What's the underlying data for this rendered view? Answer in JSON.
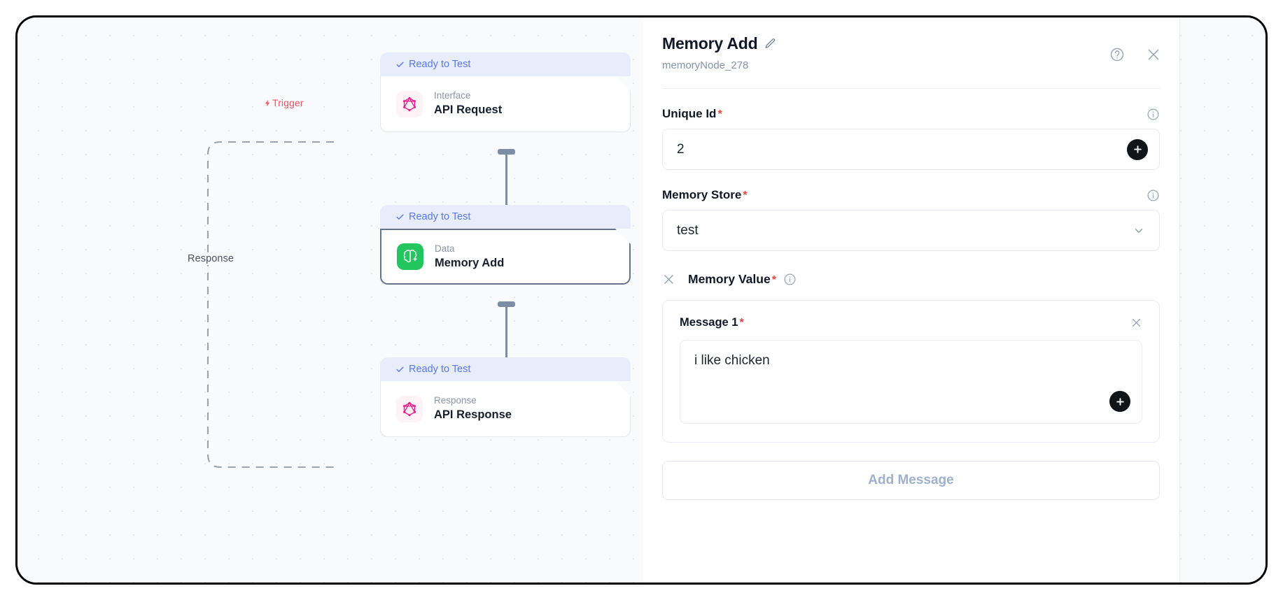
{
  "panel": {
    "title": "Memory Add",
    "subtitle": "memoryNode_278",
    "edit_icon": "pencil-icon",
    "help_icon": "help-circle-icon",
    "close_icon": "close-icon",
    "fields": {
      "unique_id": {
        "label": "Unique Id",
        "required": "*",
        "value": "2",
        "info_icon": "info-icon",
        "add_icon": "plus-icon"
      },
      "memory_store": {
        "label": "Memory Store",
        "required": "*",
        "value": "test",
        "info_icon": "info-icon",
        "chevron_icon": "chevron-down-icon"
      },
      "memory_value": {
        "label": "Memory Value",
        "required": "*",
        "remove_icon": "close-icon",
        "info_icon": "info-icon",
        "messages": [
          {
            "label": "Message 1",
            "required": "*",
            "value": "i like chicken",
            "remove_icon": "close-icon",
            "add_icon": "plus-icon"
          }
        ],
        "add_message_label": "Add Message"
      }
    }
  },
  "canvas": {
    "edges": [
      {
        "label": "Trigger",
        "icon": "lightning-bolt-icon",
        "color": "#f4525c"
      },
      {
        "label": "Response",
        "icon": "",
        "color": "#4a5260"
      }
    ],
    "nodes": [
      {
        "status": "Ready to Test",
        "status_icon": "check-icon",
        "category": "Interface",
        "title": "API Request",
        "icon": "graphql-icon",
        "icon_color": "#e91e8c",
        "selected": false
      },
      {
        "status": "Ready to Test",
        "status_icon": "check-icon",
        "category": "Data",
        "title": "Memory Add",
        "icon": "brain-plus-icon",
        "icon_color": "#22c55e",
        "selected": true
      },
      {
        "status": "Ready to Test",
        "status_icon": "check-icon",
        "category": "Response",
        "title": "API Response",
        "icon": "graphql-icon",
        "icon_color": "#e91e8c",
        "selected": false
      }
    ]
  }
}
